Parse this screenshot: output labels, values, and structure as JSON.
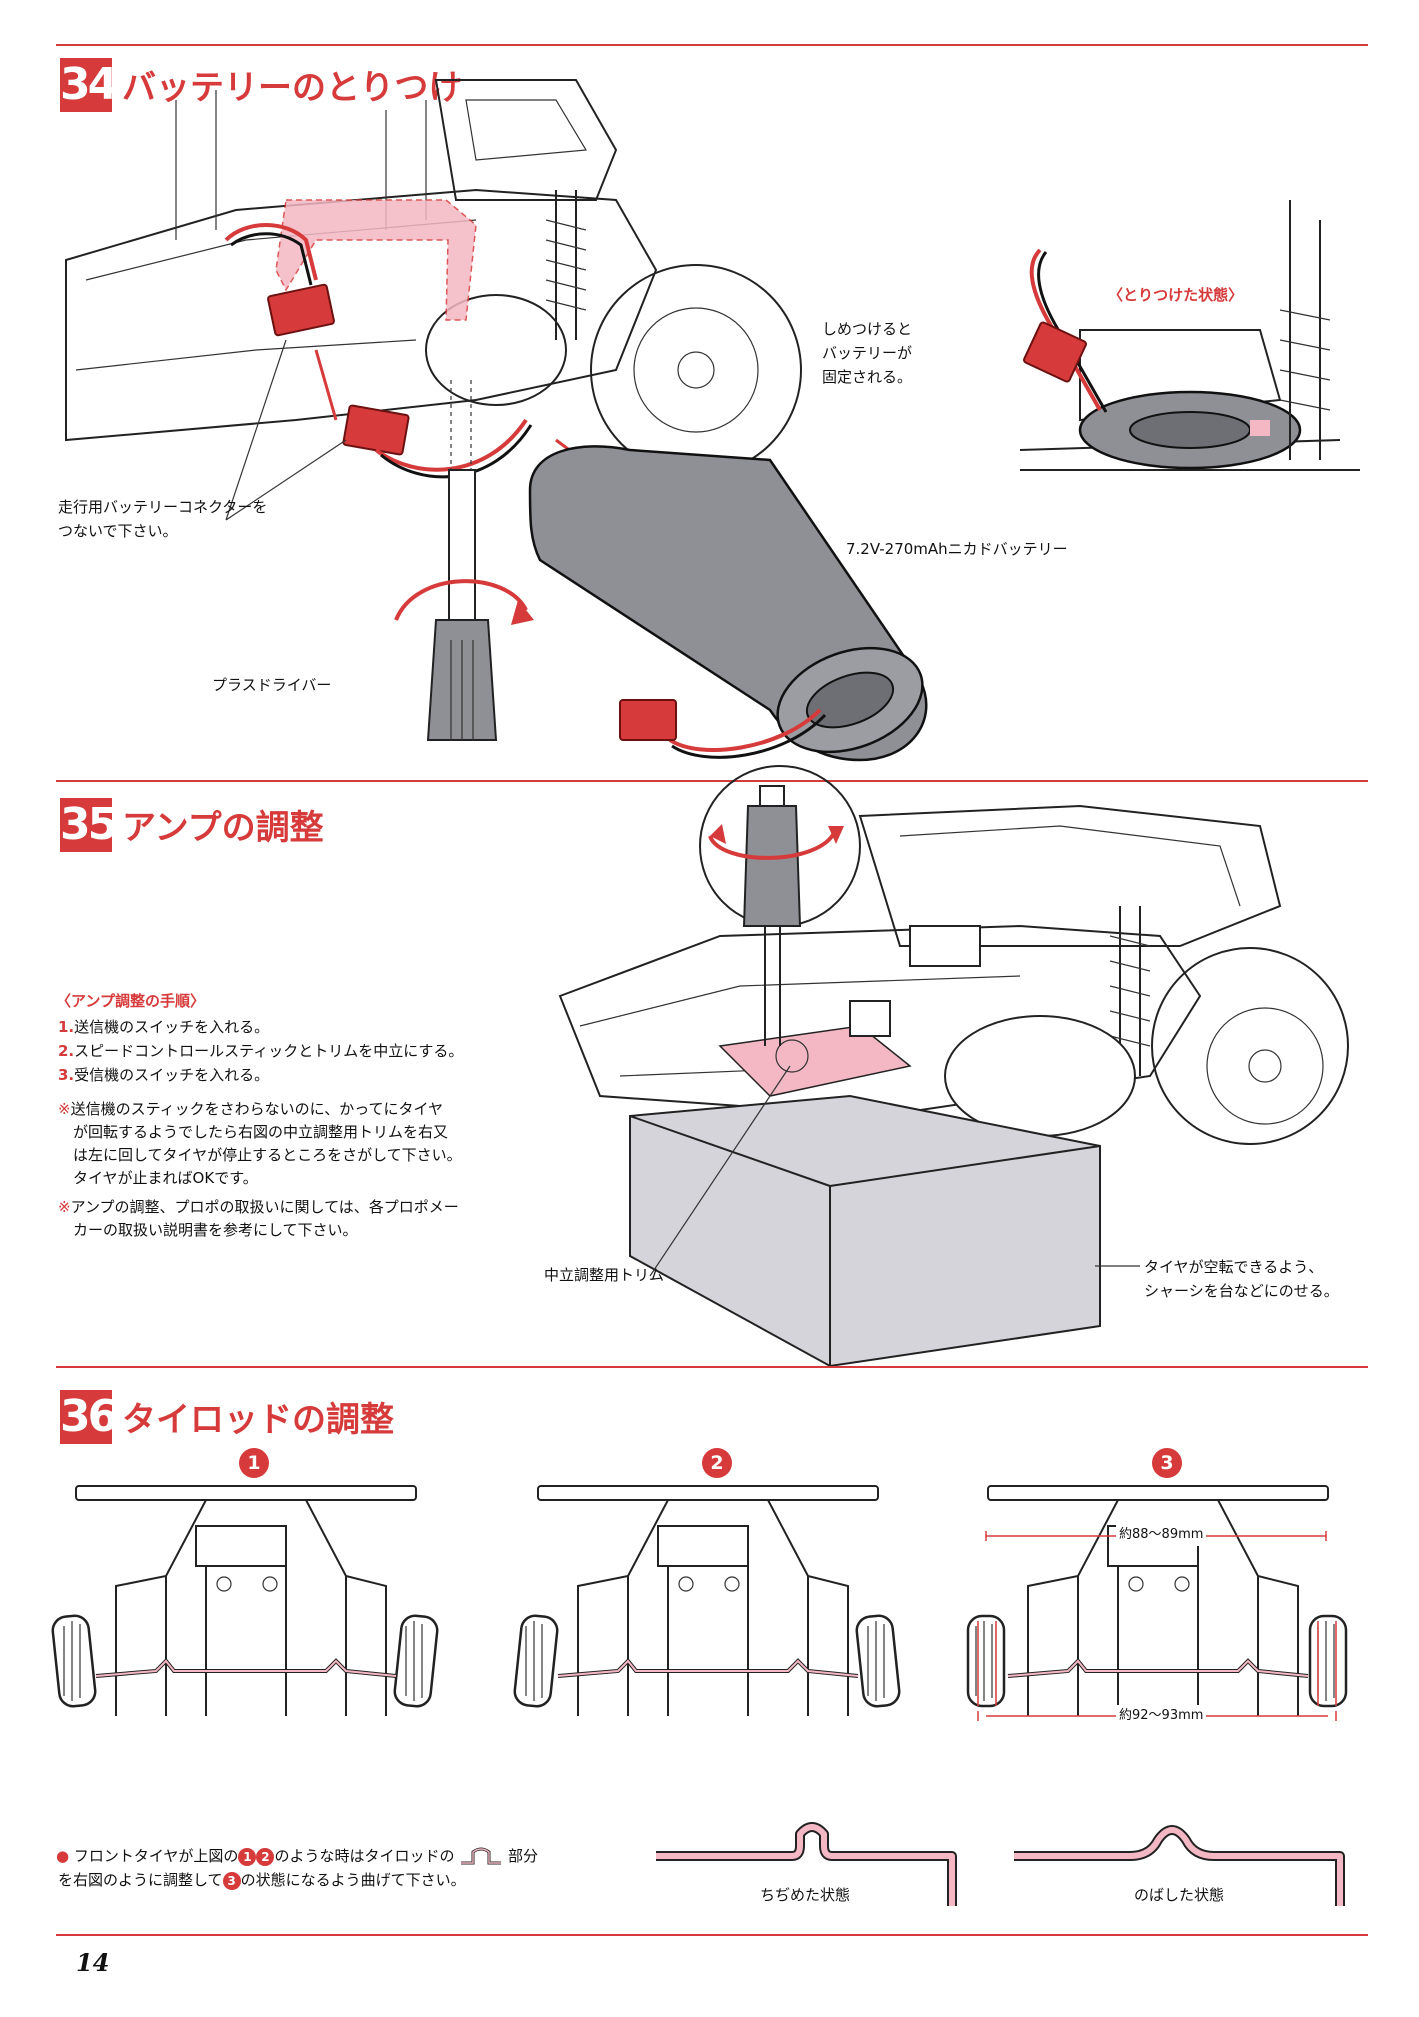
{
  "colors": {
    "accent": "#d63a3a",
    "pink": "#f4b8c4",
    "gray": "#8f8f96",
    "lightgray": "#d4d4da"
  },
  "section34": {
    "number": "34",
    "title": "バッテリーのとりつけ",
    "label_tighten": [
      "しめつけると",
      "バッテリーが",
      "固定される。"
    ],
    "label_connector": [
      "走行用バッテリーコネクターを",
      "つないで下さい。"
    ],
    "label_battery": "7.2V-270mAhニカドバッテリー",
    "label_screwdriver": "プラスドライバー",
    "label_installed": "〈とりつけた状態〉"
  },
  "section35": {
    "number": "35",
    "title": "アンプの調整",
    "procedure_title": "〈アンプ調整の手順〉",
    "steps": [
      {
        "n": "1.",
        "text": "送信機のスイッチを入れる。"
      },
      {
        "n": "2.",
        "text": "スピードコントロールスティックとトリムを中立にする。"
      },
      {
        "n": "3.",
        "text": "受信機のスイッチを入れる。"
      }
    ],
    "note1": {
      "mark": "※",
      "lines": [
        "送信機のスティックをさわらないのに、かってにタイヤ",
        "が回転するようでしたら右図の中立調整用トリムを右又",
        "は左に回してタイヤが停止するところをさがして下さい。",
        "タイヤが止まればOKです。"
      ]
    },
    "note2": {
      "mark": "※",
      "lines": [
        "アンプの調整、プロポの取扱いに関しては、各プロポメー",
        "カーの取扱い説明書を参考にして下さい。"
      ]
    },
    "label_trim": "中立調整用トリム",
    "label_stand": [
      "タイヤが空転できるよう、",
      "シャーシを台などにのせる。"
    ]
  },
  "section36": {
    "number": "36",
    "title": "タイロッドの調整",
    "figures": [
      "1",
      "2",
      "3"
    ],
    "dim_top": "約88〜89mm",
    "dim_bottom": "約92〜93mm",
    "instruction": {
      "line1a": "フロントタイヤが上図の",
      "n1": "1",
      "n2": "2",
      "line1b": "のような時はタイロッドの",
      "line1c": "部分",
      "line2a": "を右図のように調整して",
      "n3": "3",
      "line2b": "の状態になるよう曲げて下さい。"
    },
    "label_shrunk": "ちぢめた状態",
    "label_stretched": "のばした状態"
  },
  "page_number": "14"
}
